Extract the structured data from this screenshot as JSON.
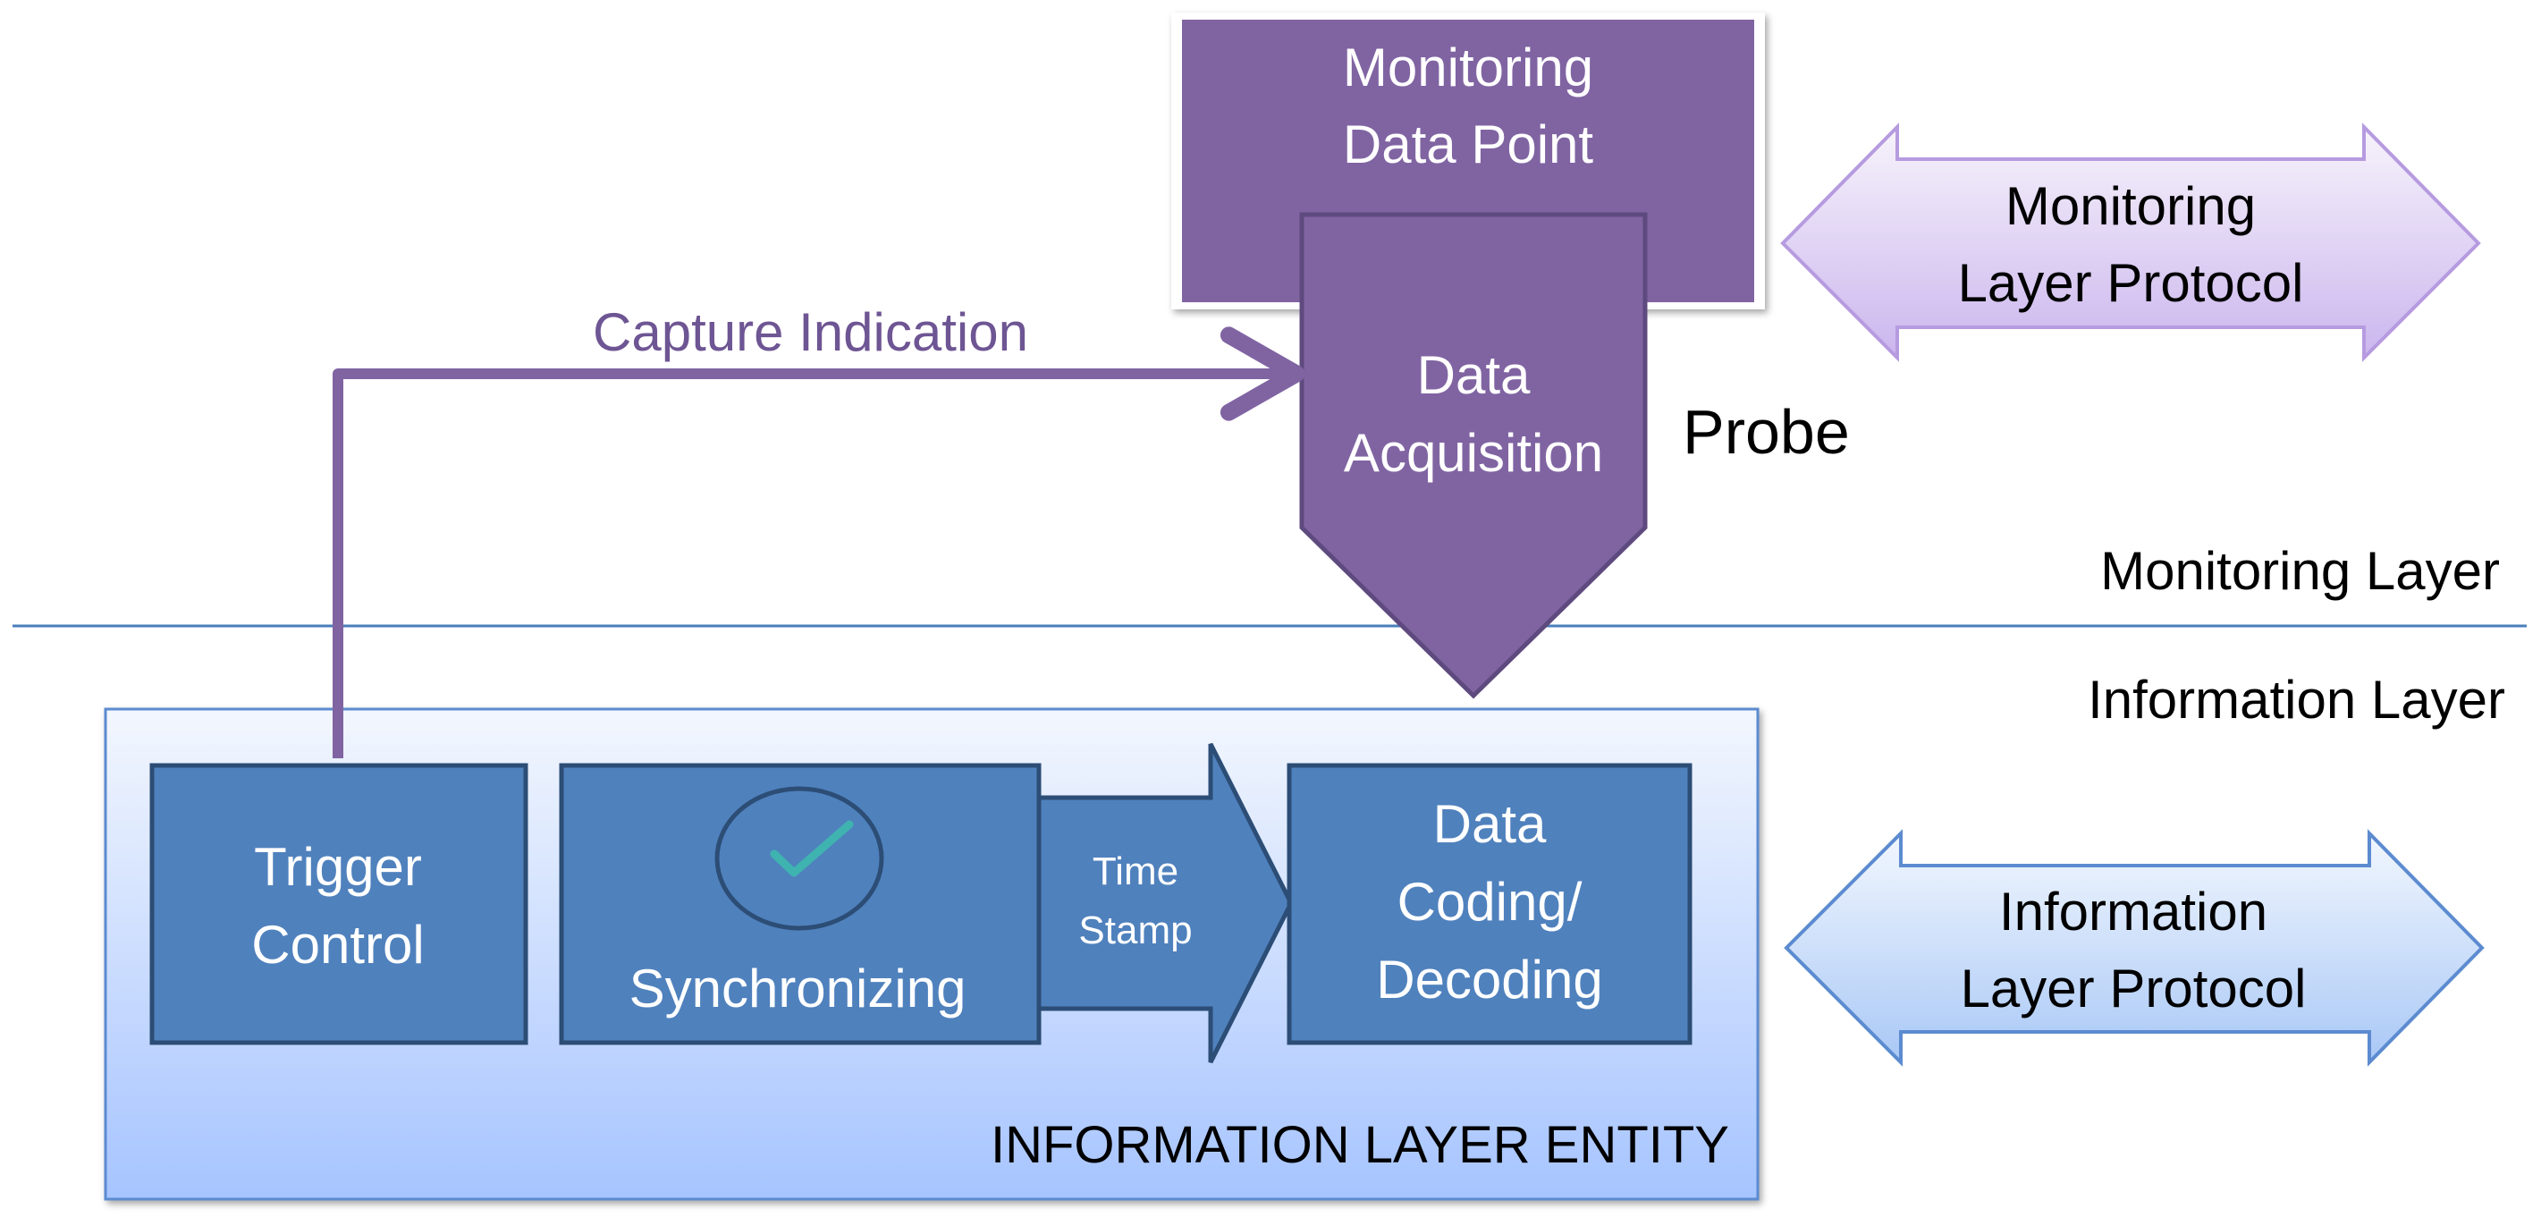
{
  "monitoring_data_point": {
    "line1": "Monitoring",
    "line2": "Data Point"
  },
  "data_acquisition": {
    "line1": "Data",
    "line2": "Acquisition"
  },
  "probe_label": "Probe",
  "capture_indication": "Capture Indication",
  "monitoring_layer_protocol": {
    "line1": "Monitoring",
    "line2": "Layer Protocol"
  },
  "monitoring_layer": "Monitoring Layer",
  "information_layer": "Information Layer",
  "trigger_control": {
    "line1": "Trigger",
    "line2": "Control"
  },
  "synchronizing": "Synchronizing",
  "clock_icon": "clock-check-icon",
  "time_stamp": {
    "line1": "Time",
    "line2": "Stamp"
  },
  "data_coding": {
    "line1": "Data",
    "line2": "Coding/",
    "line3": "Decoding"
  },
  "information_layer_protocol": {
    "line1": "Information",
    "line2": "Layer Protocol"
  },
  "information_layer_entity": "INFORMATION LAYER ENTITY",
  "colors": {
    "purple": "#8064a2",
    "purple_dark": "#5e4a7e",
    "blue_box": "#4f81bd",
    "blue_border": "#2c4d75",
    "entity_fill_top": "#eef3fd",
    "entity_fill_bottom": "#a8c6ff",
    "divider": "#4a7ebb"
  }
}
